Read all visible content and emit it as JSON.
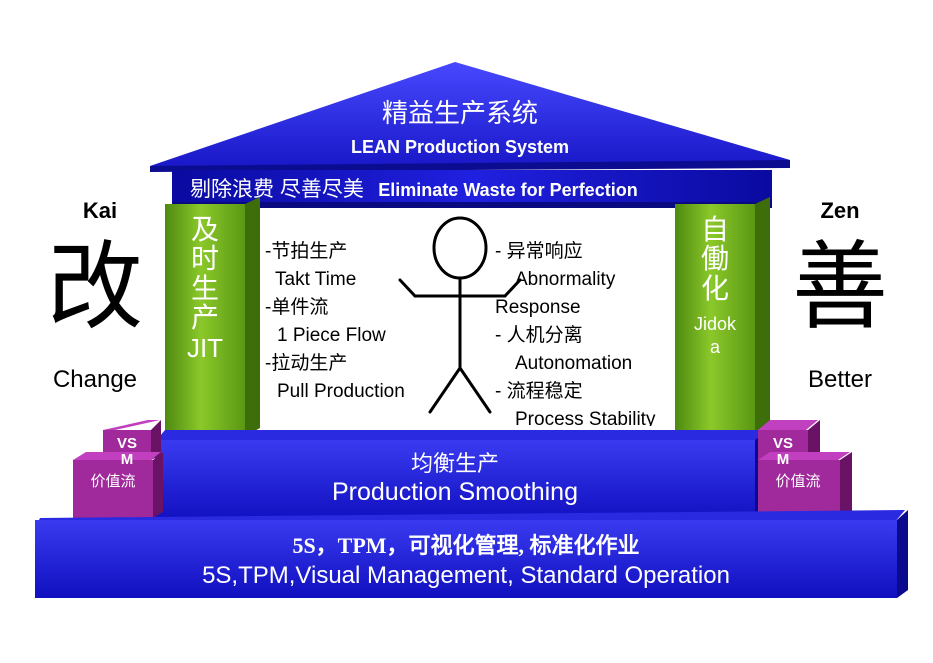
{
  "roof": {
    "title_cn": "精益生产系统",
    "title_en": "LEAN Production System"
  },
  "beam": {
    "text_cn": "剔除浪费 尽善尽美",
    "text_en": "Eliminate Waste for Perfection"
  },
  "left_pillar": {
    "chars": [
      "及",
      "时",
      "生",
      "产"
    ],
    "label": "JIT",
    "items": [
      "-节拍生产",
      "Takt Time",
      "-单件流",
      "1 Piece Flow",
      "-拉动生产",
      "Pull Production"
    ]
  },
  "right_pillar": {
    "chars": [
      "自",
      "働",
      "化"
    ],
    "label_1": "Jidok",
    "label_2": "a",
    "items": [
      "- 异常响应",
      "Abnormality",
      "Response",
      "- 人机分离",
      "Autonomation",
      "- 流程稳定",
      "Process Stability"
    ]
  },
  "kai": {
    "word": "Kai",
    "char": "改",
    "meaning": "Change"
  },
  "zen": {
    "word": "Zen",
    "char": "善",
    "meaning": "Better"
  },
  "smoothing": {
    "text_cn": "均衡生产",
    "text_en": "Production Smoothing"
  },
  "vsm_left": {
    "line1": "VS",
    "line2": "M",
    "line3": "价值流"
  },
  "vsm_right": {
    "line1": "VS",
    "line2": "M",
    "line3": "价值流"
  },
  "foundation": {
    "text_cn": "5S，TPM，可视化管理, 标准化作业",
    "text_en": "5S,TPM,Visual Management, Standard Operation"
  },
  "colors": {
    "blue": "#1a1ad8",
    "blue_dark": "#0a0a8c",
    "green": "#77b31c",
    "green_dark": "#3d6e0a",
    "purple": "#a02a9c",
    "purple_dark": "#6a1266"
  }
}
